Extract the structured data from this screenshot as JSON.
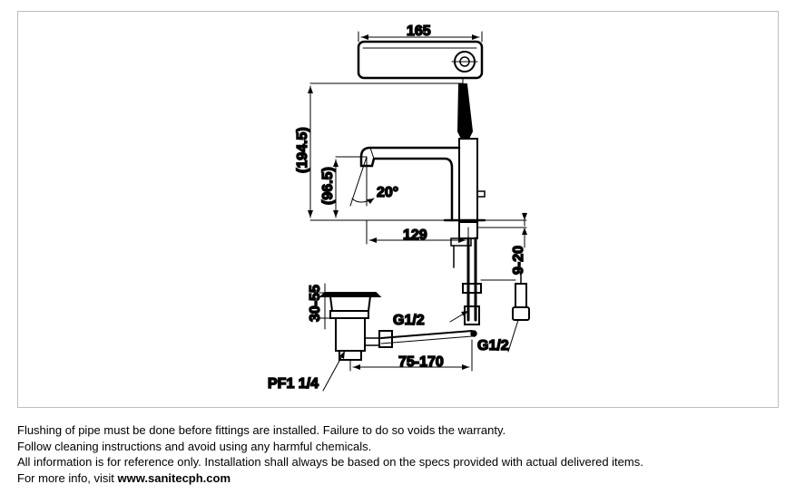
{
  "drawing": {
    "dimensions": {
      "top_width": "165",
      "total_height": "(194.5)",
      "spout_height": "(96.5)",
      "angle": "20°",
      "reach": "129",
      "deck_thickness": "9-20",
      "drain_height": "30-55",
      "inlet_left": "G1/2",
      "inlet_right": "G1/2",
      "rod_range": "75-170",
      "pop_up_waste": "PF1 1/4"
    }
  },
  "notes": {
    "line1": "Flushing of pipe must be done before fittings are installed. Failure to do so voids the warranty.",
    "line2": "Follow cleaning instructions and avoid using any harmful chemicals.",
    "line3": "All information is for reference only. Installation shall always be based on the specs provided with actual delivered items.",
    "line4_prefix": "For more info, visit ",
    "line4_link": "www.sanitecph.com"
  }
}
